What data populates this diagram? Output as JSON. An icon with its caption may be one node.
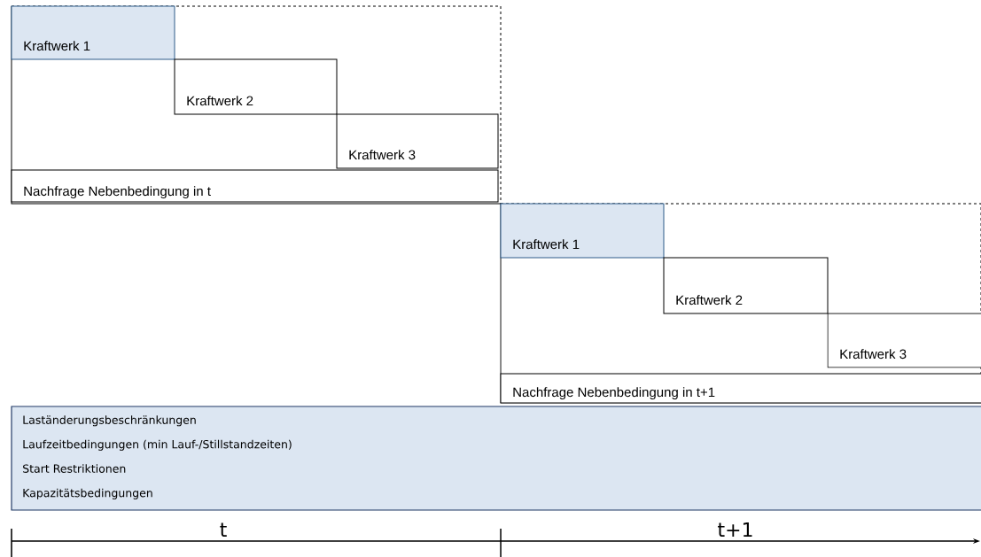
{
  "diagram": {
    "nodes": [
      {
        "text": [],
        "shape": "box"
      },
      {
        "text": [
          "Kraftwerk 1"
        ],
        "in": 0
      },
      {
        "text": [
          "Kraftwerk 2"
        ],
        "in": 0
      },
      {
        "text": [
          "Kraftwerk 3"
        ],
        "in": 0
      },
      {
        "text": [
          "Nachfrage Nebenbedingung in t"
        ],
        "in": 0
      },
      {
        "text": [],
        "shape": "box"
      },
      {
        "text": [
          "Kraftwerk 1"
        ],
        "in": 5
      },
      {
        "text": [
          "Kraftwerk 2"
        ],
        "in": 5
      },
      {
        "text": [
          "Kraftwerk 3"
        ],
        "in": 5
      },
      {
        "text": [
          "Nachfrage Nebenbedingung in t+1"
        ],
        "in": 5
      },
      {
        "text": [
          "Laständerungsbeschränkungen",
          "Laufzeitbedingungen (min Lauf-/Stillstandzeiten)",
          "Start Restriktionen",
          "Kapazitätsbedingungen"
        ]
      }
    ],
    "edges": [],
    "labels": [
      "t",
      "t+1"
    ]
  }
}
